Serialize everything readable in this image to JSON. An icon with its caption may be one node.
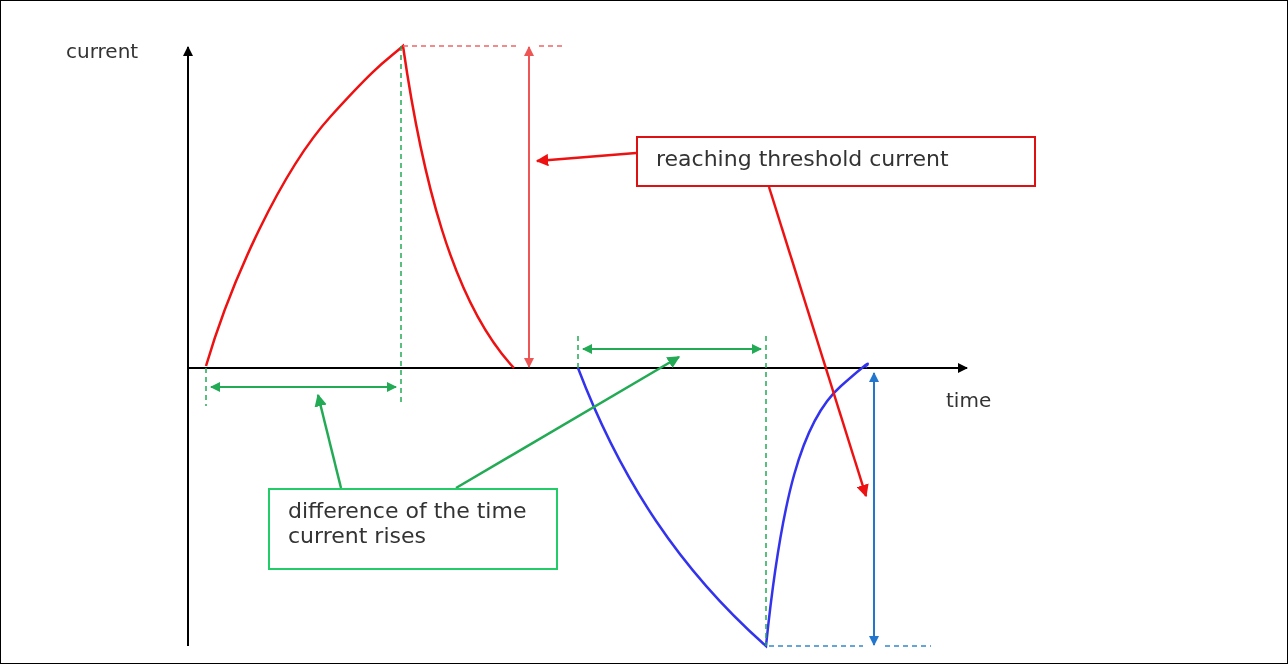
{
  "diagram": {
    "nodes": [
      {
        "text": [
          "reaching threshold current"
        ]
      },
      {
        "text": [
          "difference of the time current rises"
        ]
      },
      {
        "text": [],
        "shape": "arrow"
      },
      {
        "text": [],
        "shape": "arrow"
      },
      {
        "text": [],
        "shape": "arrow"
      },
      {
        "text": [],
        "shape": "arrow"
      }
    ],
    "edges": [
      {
        "from": 0,
        "to": 2,
        "arrow": "to",
        "color": "#ee1111"
      },
      {
        "from": 0,
        "to": 3,
        "arrow": "to",
        "color": "#ee1111"
      },
      {
        "from": 1,
        "to": 4,
        "arrow": "to",
        "color": "#22aa55"
      },
      {
        "from": 1,
        "to": 5,
        "arrow": "to",
        "color": "#22aa55"
      }
    ],
    "labels": [
      "current",
      "time"
    ]
  }
}
